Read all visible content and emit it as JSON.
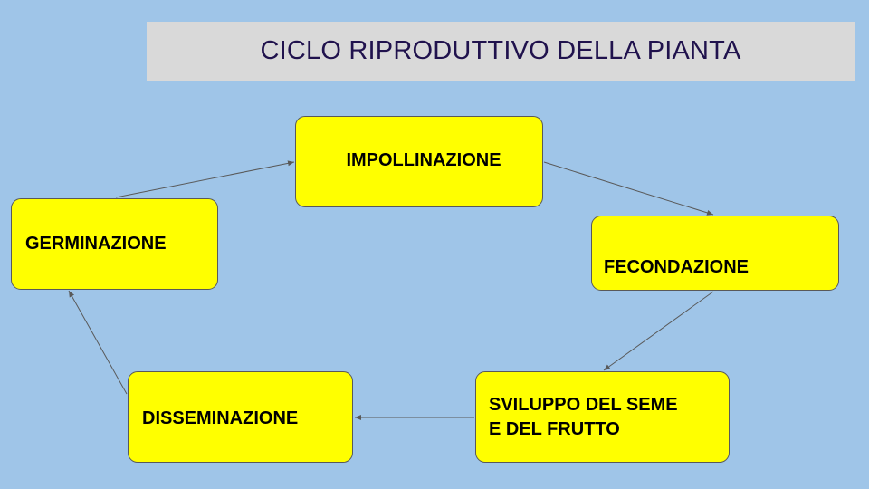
{
  "title": "CICLO RIPRODUTTIVO DELLA PIANTA",
  "colors": {
    "background": "#9fc5e8",
    "title_bar": "#d9d9d9",
    "title_text": "#20124d",
    "node_fill": "#ffff00",
    "node_border": "#595959",
    "arrow": "#595959"
  },
  "nodes": {
    "impollinazione": "IMPOLLINAZIONE",
    "fecondazione": "FECONDAZIONE",
    "sviluppo_line1": "SVILUPPO DEL SEME",
    "sviluppo_line2": "E DEL FRUTTO",
    "disseminazione": "DISSEMINAZIONE",
    "germinazione": "GERMINAZIONE"
  },
  "edges": [
    {
      "from": "germinazione",
      "to": "impollinazione"
    },
    {
      "from": "impollinazione",
      "to": "fecondazione"
    },
    {
      "from": "fecondazione",
      "to": "sviluppo"
    },
    {
      "from": "sviluppo",
      "to": "disseminazione"
    },
    {
      "from": "disseminazione",
      "to": "germinazione"
    }
  ]
}
